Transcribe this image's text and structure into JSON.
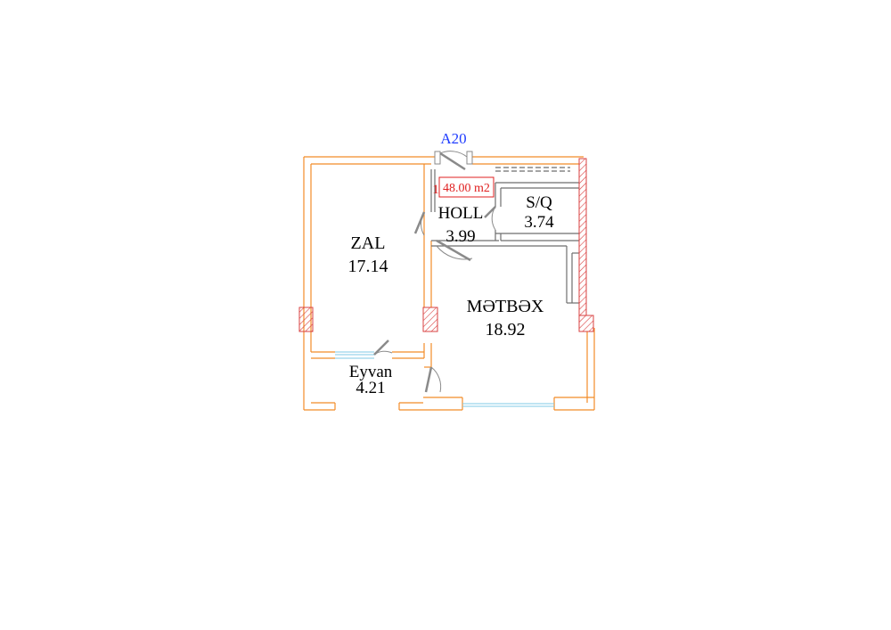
{
  "apartment": {
    "code": "A20",
    "total_area": "48.00 m2",
    "index_mark": "1"
  },
  "rooms": {
    "zal": {
      "name": "ZAL",
      "area": "17.14"
    },
    "holl": {
      "name": "HOLL",
      "area": "3.99"
    },
    "sq": {
      "name": "S/Q",
      "area": "3.74"
    },
    "metbex": {
      "name": "MƏTBƏX",
      "area": "18.92"
    },
    "eyvan": {
      "name": "Eyvan",
      "area": "4.21"
    }
  },
  "colors": {
    "wall": "#f28c28",
    "inner_wall": "#6e6e6e",
    "door": "#8a8a8a",
    "window": "#7fc9e6",
    "hatch": "#d94040",
    "label": "#000000",
    "apartment_code": "#1f3cff",
    "area_box": "#e02020"
  }
}
